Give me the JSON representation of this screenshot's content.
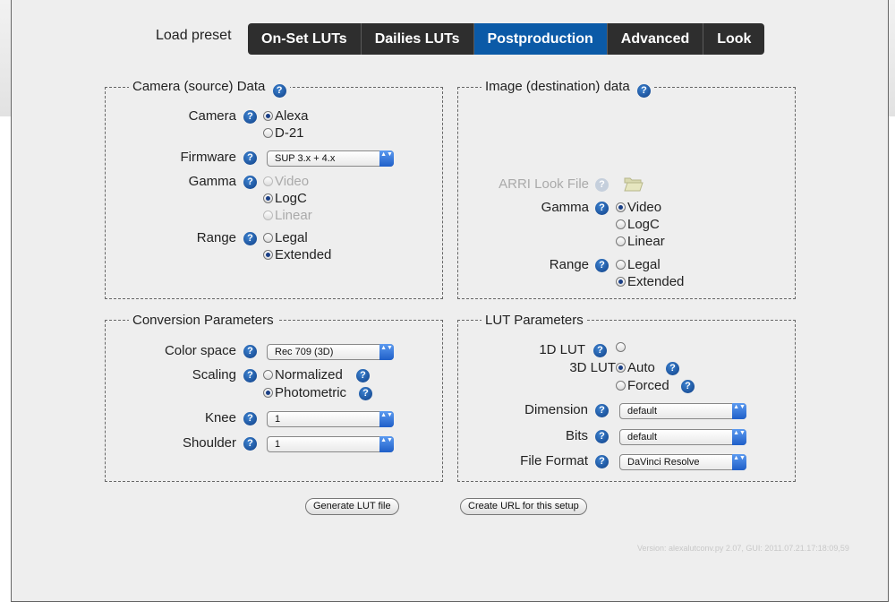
{
  "preset": {
    "label": "Load preset",
    "tabs": [
      "On-Set LUTs",
      "Dailies LUTs",
      "Postproduction",
      "Advanced",
      "Look"
    ],
    "active_tab": "Postproduction"
  },
  "camera": {
    "legend": "Camera (source) Data",
    "camera_label": "Camera",
    "camera_options": [
      "Alexa",
      "D-21"
    ],
    "camera_selected": "Alexa",
    "firmware_label": "Firmware",
    "firmware_value": "SUP 3.x + 4.x",
    "gamma_label": "Gamma",
    "gamma_options": [
      "Video",
      "LogC",
      "Linear"
    ],
    "gamma_selected": "LogC",
    "range_label": "Range",
    "range_options": [
      "Legal",
      "Extended"
    ],
    "range_selected": "Extended"
  },
  "image": {
    "legend": "Image (destination) data",
    "look_file_label": "ARRI Look File",
    "gamma_label": "Gamma",
    "gamma_options": [
      "Video",
      "LogC",
      "Linear"
    ],
    "gamma_selected": "Video",
    "range_label": "Range",
    "range_options": [
      "Legal",
      "Extended"
    ],
    "range_selected": "Extended"
  },
  "conversion": {
    "legend": "Conversion Parameters",
    "color_space_label": "Color space",
    "color_space_value": "Rec 709 (3D)",
    "scaling_label": "Scaling",
    "scaling_options": [
      "Normalized",
      "Photometric"
    ],
    "scaling_selected": "Photometric",
    "knee_label": "Knee",
    "knee_value": "1",
    "shoulder_label": "Shoulder",
    "shoulder_value": "1"
  },
  "lut": {
    "legend": "LUT Parameters",
    "lut1d_label": "1D LUT",
    "lut3d_label": "3D LUT",
    "lut_options": [
      "Auto",
      "Forced"
    ],
    "lut_selected": "Auto",
    "dimension_label": "Dimension",
    "dimension_value": "default",
    "bits_label": "Bits",
    "bits_value": "default",
    "file_format_label": "File Format",
    "file_format_value": "DaVinci Resolve"
  },
  "actions": {
    "generate": "Generate LUT file",
    "create_url": "Create URL for this setup"
  },
  "version_text": "Version: alexalutconv.py 2.07, GUI: 2011.07.21.17:18:09,59",
  "help_glyph": "?",
  "select_arrow_glyph": "▲▼",
  "colors": {
    "tab_bg": "#2e2e2e",
    "tab_active": "#0b5aa7",
    "help_icon": "#1a4f9a",
    "panel_bg": "#eeeeee"
  },
  "icons": [
    "help-icon",
    "folder-open-icon",
    "select-arrow-icon"
  ]
}
